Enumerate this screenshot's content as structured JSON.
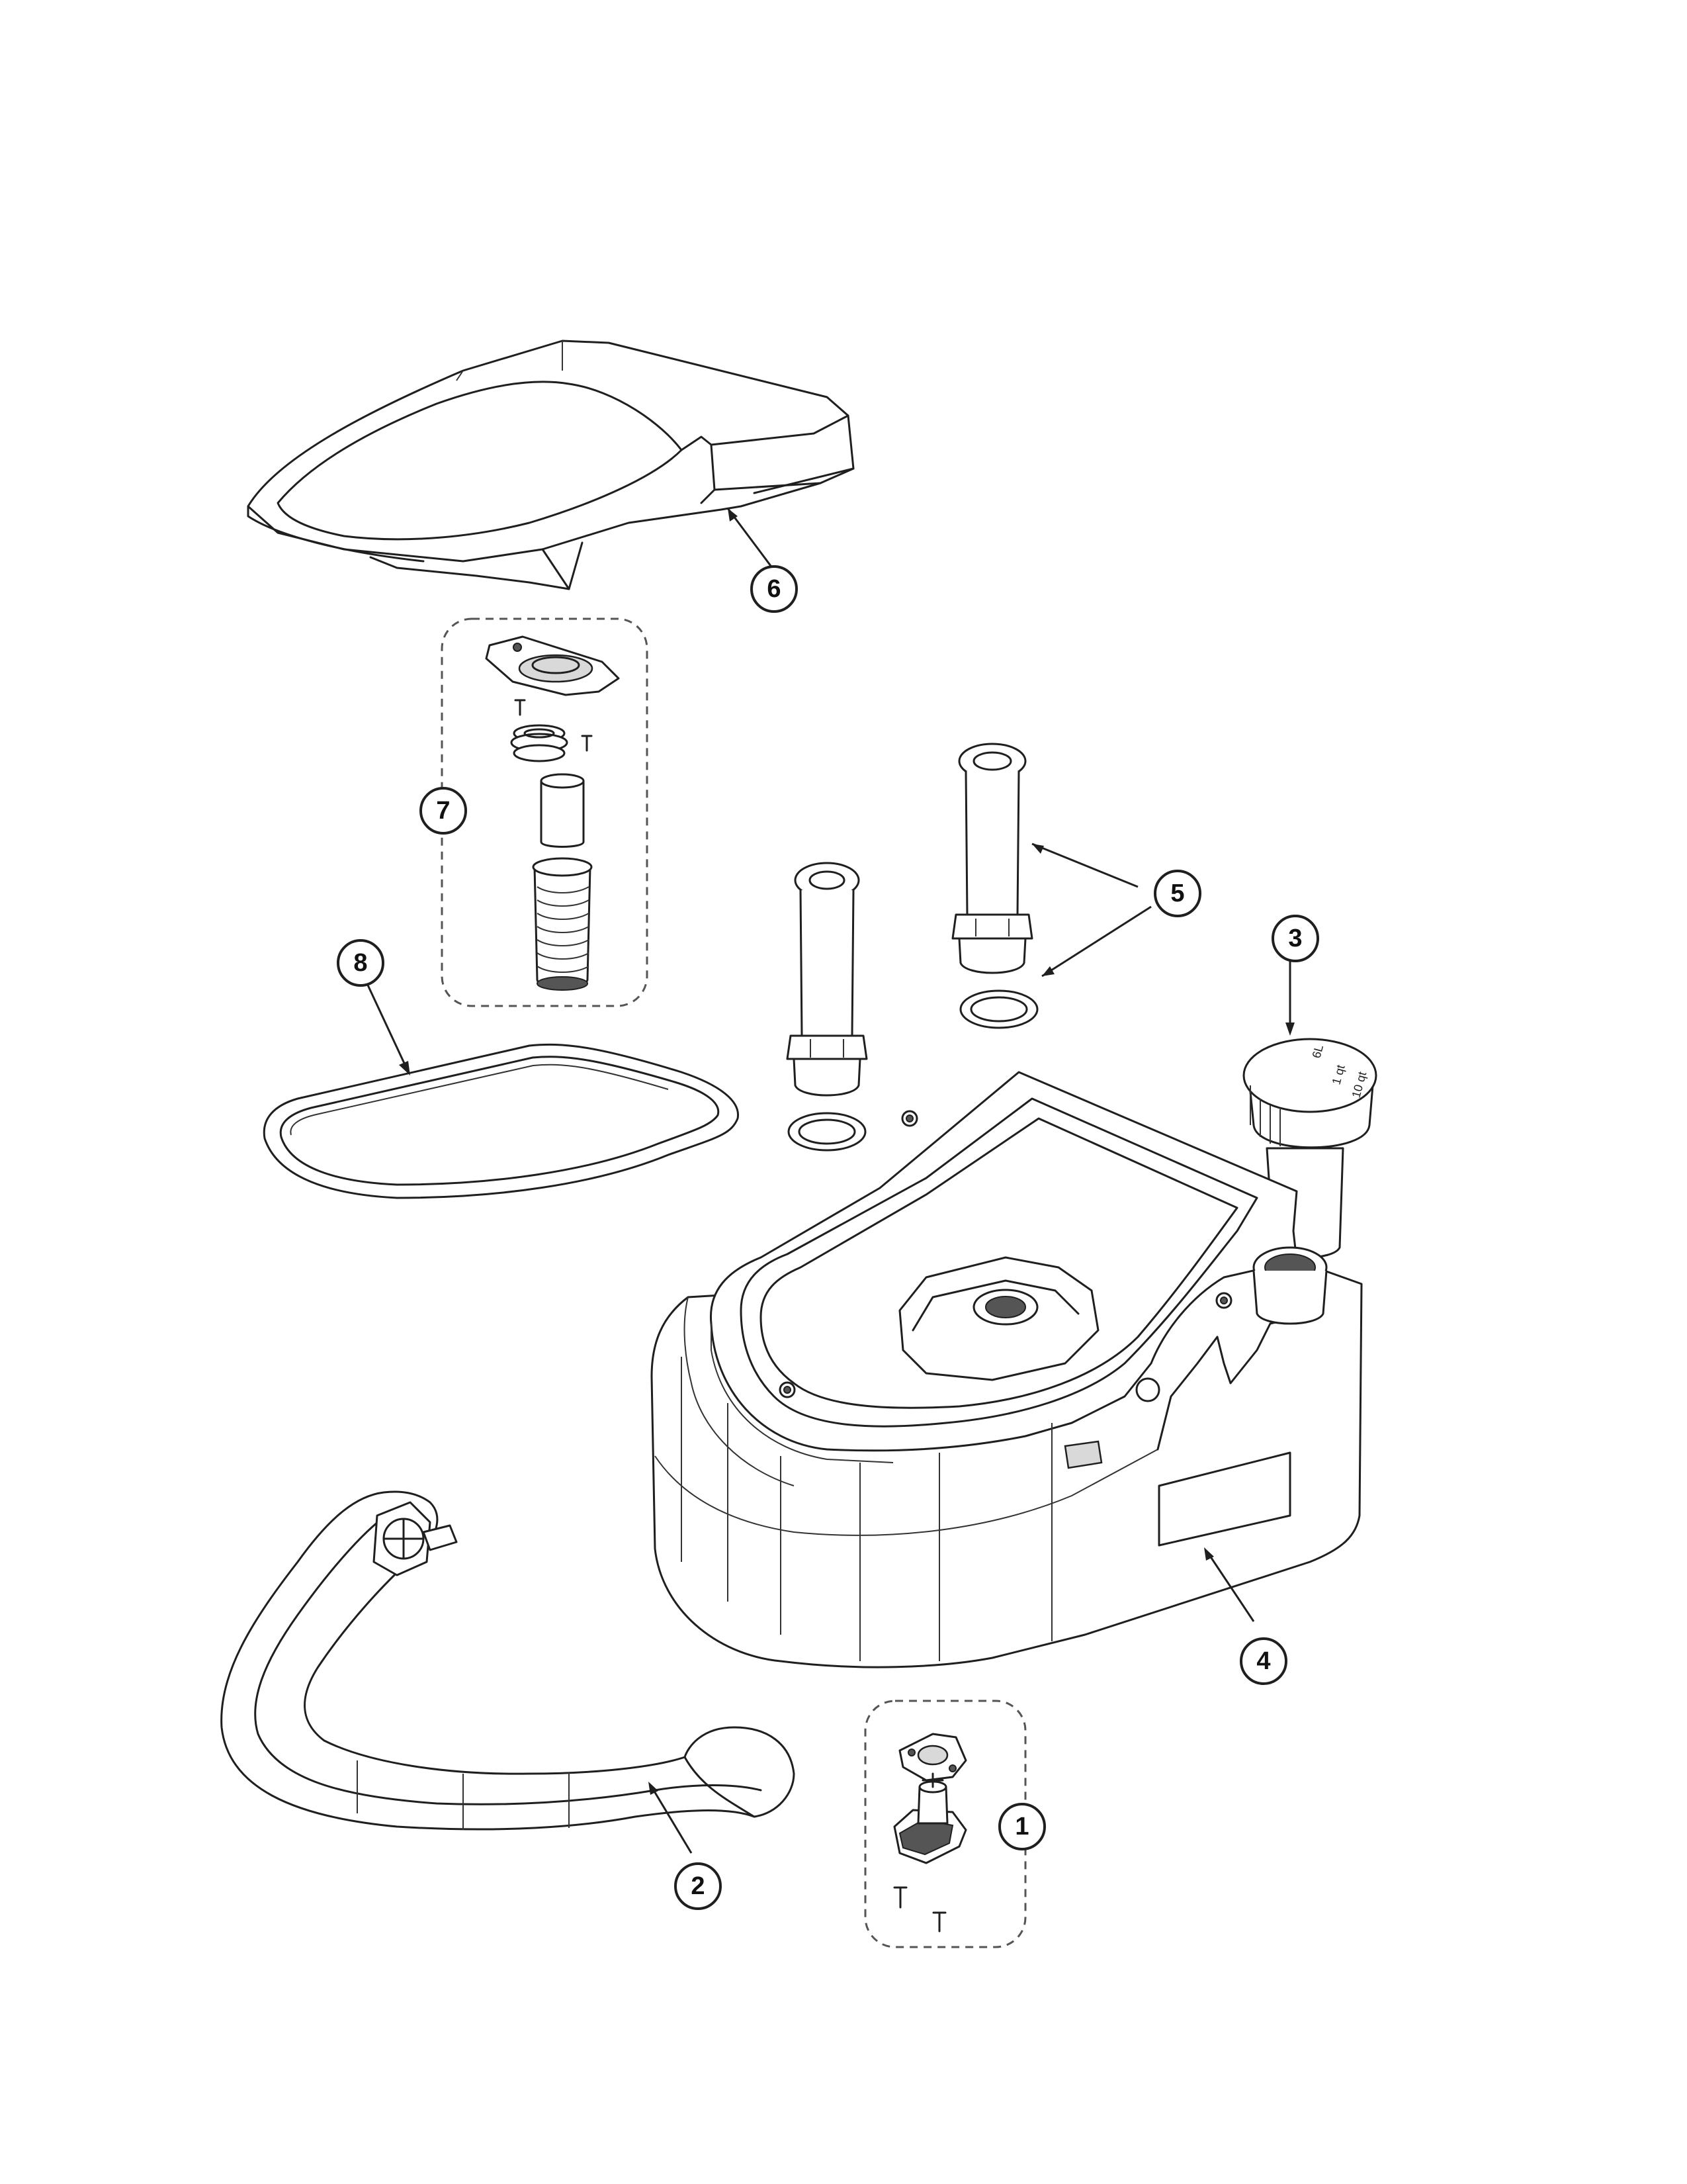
{
  "diagram": {
    "callouts": [
      {
        "id": "1",
        "label": "1"
      },
      {
        "id": "2",
        "label": "2"
      },
      {
        "id": "3",
        "label": "3"
      },
      {
        "id": "4",
        "label": "4"
      },
      {
        "id": "5",
        "label": "5"
      },
      {
        "id": "6",
        "label": "6"
      },
      {
        "id": "7",
        "label": "7"
      },
      {
        "id": "8",
        "label": "8"
      }
    ],
    "parts": [
      {
        "callout": "1",
        "icon": "valve-assembly-icon"
      },
      {
        "callout": "2",
        "icon": "handle-icon"
      },
      {
        "callout": "3",
        "icon": "filler-cap-icon"
      },
      {
        "callout": "4",
        "icon": "tank-base-icon"
      },
      {
        "callout": "5",
        "icon": "pipe-and-seal-icon"
      },
      {
        "callout": "6",
        "icon": "cover-lid-icon"
      },
      {
        "callout": "7",
        "icon": "filter-assembly-icon"
      },
      {
        "callout": "8",
        "icon": "gasket-icon"
      }
    ],
    "cap_text": [
      "6L",
      "1 qt",
      "10 qt"
    ],
    "colors": {
      "line": "#1f1f1f",
      "background": "#ffffff",
      "shade": "#d9d9d9"
    }
  }
}
